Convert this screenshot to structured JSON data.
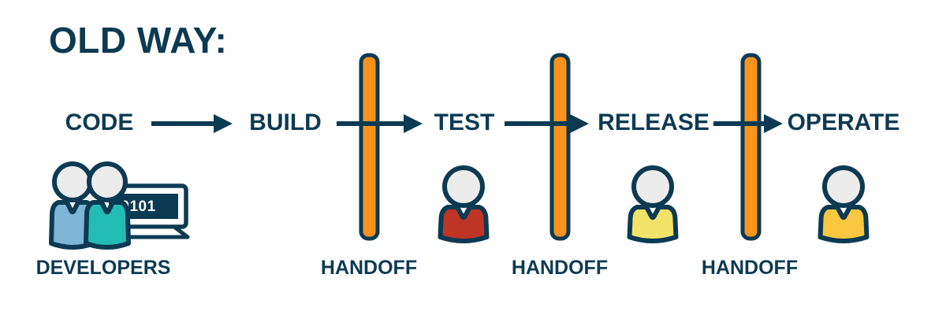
{
  "title": "OLD WAY:",
  "colors": {
    "navy": "#0d3a53",
    "bar_orange": "#F8941D",
    "shirt_lightblue": "#7EB5D6",
    "shirt_teal": "#23BCB4",
    "shirt_red": "#BE3425",
    "shirt_yellow": "#F3E369",
    "shirt_gold": "#F9C840",
    "head_gray": "#ECECEC",
    "laptop_text": "#FFFFFF",
    "background": "#FFFFFF"
  },
  "stages": [
    {
      "label": "CODE"
    },
    {
      "label": "BUILD"
    },
    {
      "label": "TEST"
    },
    {
      "label": "RELEASE"
    },
    {
      "label": "OPERATE"
    }
  ],
  "handoffs": [
    {
      "label": "HANDOFF"
    },
    {
      "label": "HANDOFF"
    },
    {
      "label": "HANDOFF"
    }
  ],
  "developers": {
    "label": "DEVELOPERS",
    "laptop_screen_text": "10101"
  },
  "icons": {
    "developers": "developer-pair-with-laptop-icon",
    "test_person": "person-red-shirt-icon",
    "release_person": "person-yellow-shirt-icon",
    "operate_person": "person-gold-shirt-icon",
    "handoff_barrier": "handoff-wall-bar",
    "flow_arrow": "arrow-right-icon"
  }
}
